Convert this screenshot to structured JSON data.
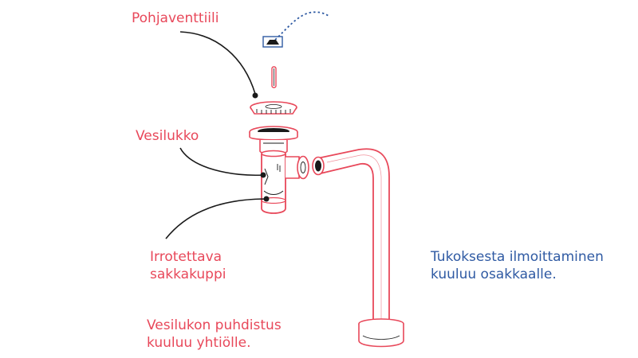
{
  "labels": {
    "bottom_valve": "Pohjaventtiili",
    "water_trap": "Vesilukko",
    "removable_cup_line1": "Irrotettava",
    "removable_cup_line2": "sakkakuppi",
    "cleaning_line1": "Vesilukon puhdistus",
    "cleaning_line2": "kuuluu yhtiölle.",
    "report_line1": "Tukoksesta ilmoittaminen",
    "report_line2": "kuuluu osakkaalle."
  },
  "colors": {
    "accent_red": "#e8485a",
    "accent_blue": "#2f5aa3",
    "ink": "#1a1a1a",
    "background": "#ffffff"
  }
}
